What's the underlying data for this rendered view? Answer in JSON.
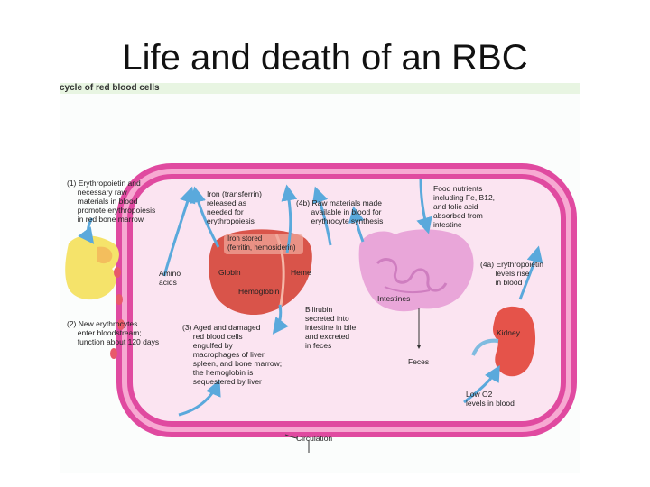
{
  "slide": {
    "title": "Life and death of an RBC"
  },
  "figure": {
    "header": "cycle of red blood cells",
    "labels": {
      "step1": "(1) Erythropoietin and\n     necessary raw\n     materials in blood\n     promote erythropoiesis\n     in red bone marrow",
      "iron_transferrin": "Iron (transferrin)\nreleased as\nneeded for\nerythropoiesis",
      "step4b": "(4b) Raw materials made\n       available in blood for\n       erythrocyte synthesis",
      "food_nutrients": "Food nutrients\nincluding Fe, B12,\nand folic acid\nabsorbed from\nintestine",
      "iron_stored": "Iron stored\n(ferritin, hemosiderin)",
      "globin": "Globin",
      "heme": "Heme",
      "hemoglobin": "Hemoglobin",
      "amino_acids": "Amino\nacids",
      "step4a": "(4a) Erythropoietin\n       levels rise\n       in blood",
      "intestines": "Intestines",
      "bilirubin": "Bilirubin\nsecreted into\nintestine in bile\nand excreted\nin feces",
      "step2": "(2) New erythrocytes\n     enter bloodstream;\n     function about 120 days",
      "step3": "(3) Aged and damaged\n     red blood cells\n     engulfed by\n     macrophages of liver,\n     spleen, and bone marrow;\n     the hemoglobin is\n     sequestered by liver",
      "kidney": "Kidney",
      "feces": "Feces",
      "low_o2": "Low O2\nlevels in blood",
      "circulation": "Circulation"
    }
  },
  "colors": {
    "loop": "#e04aa0",
    "loop_inner": "#fbdcee",
    "arrow": "#5aa9dc",
    "liver": "#d9544a",
    "kidney": "#e5534a",
    "intestine": "#e9a6d9",
    "marrow": "#f5e36a"
  }
}
